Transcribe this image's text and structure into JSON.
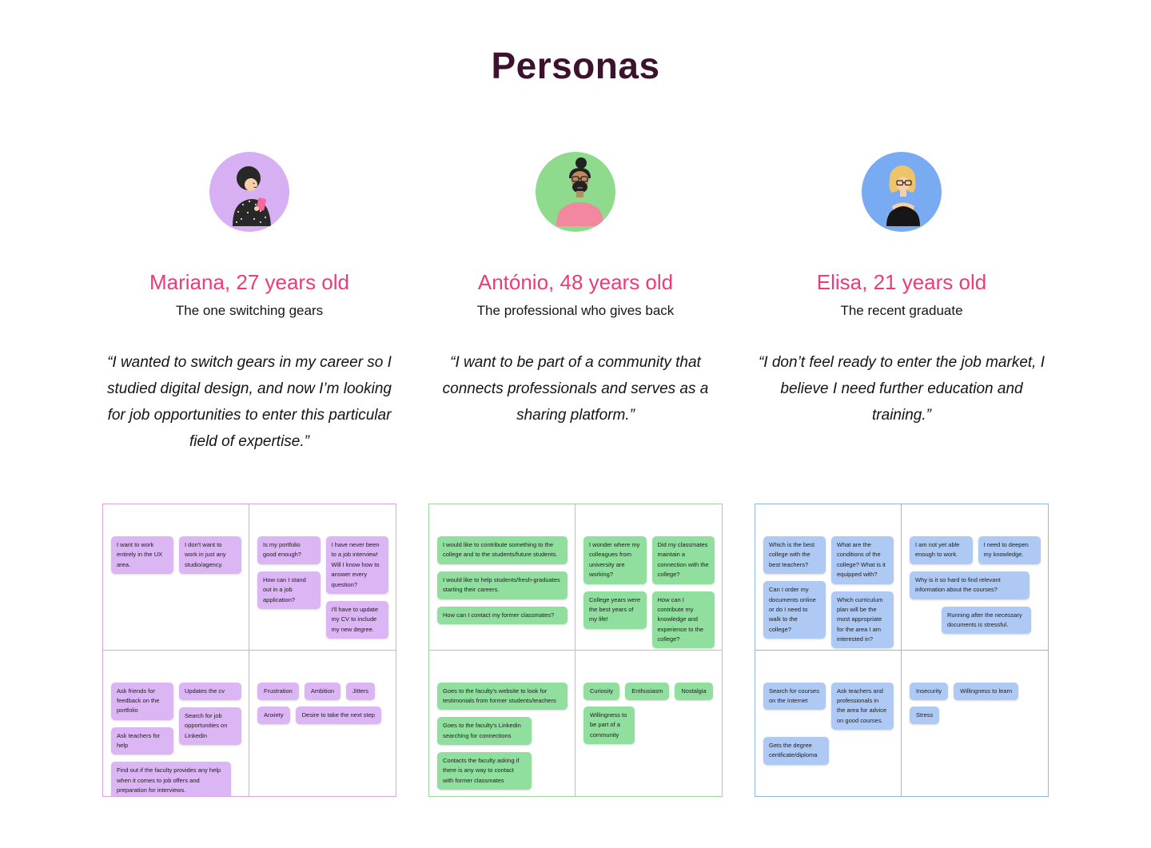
{
  "page": {
    "title": "Personas",
    "title_color": "#3c122d",
    "name_color": "#ee3a7b",
    "background": "#ffffff"
  },
  "personas": [
    {
      "id": "mariana",
      "avatar": "mariana",
      "avatar_icon": "woman-with-bob-haircut-holding-pink-phone",
      "name": "Mariana, 27 years old",
      "role": "The one switching gears",
      "quote": "“I wanted to switch gears in my career so I studied digital design, and now I’m looking for job opportunities to enter this particular field of expertise.”",
      "colors": {
        "avatar_bg": "#d6b0f2",
        "note_bg": "#dcb5f4",
        "grid_border": "#dba6dc"
      },
      "quadrants": [
        {
          "columns": [
            [
              "I want to work entirely in the UX area."
            ],
            [
              "I don't want to work in just any studio/agency."
            ]
          ]
        },
        {
          "columns": [
            [
              "Is my portfolio good enough?",
              "How can I stand out in a job application?"
            ],
            [
              "I have never been to a job interview! Will I know how to answer every question?",
              "I'll have to update my CV to include my new degree."
            ]
          ]
        },
        {
          "columns": [
            [
              "Ask friends for feedback on the portfolio",
              "Ask teachers for help"
            ],
            [
              "Updates the cv",
              "Search for job opportunities on Linkedin"
            ]
          ],
          "full": [
            {
              "t": "Find out if the faculty provides any help when it comes to job offers and preparation for interviews.",
              "w": 150
            }
          ]
        },
        {
          "tags": [
            "Frustration",
            "Ambition",
            "Jitters",
            "Anxiety",
            "Desire to take the next step"
          ]
        }
      ]
    },
    {
      "id": "antonio",
      "avatar": "antonio",
      "avatar_icon": "man-with-top-bun-glasses-beard-pink-shirt",
      "name": "António, 48 years old",
      "role": "The professional who gives back",
      "quote": "“I want to be part of a community that connects professionals and serves as a sharing platform.”",
      "colors": {
        "avatar_bg": "#8edb8e",
        "note_bg": "#90df9e",
        "grid_border": "#9bd69b"
      },
      "quadrants": [
        {
          "stack": [
            "I would like to contribute something to the college and to the students/future students.",
            "I would like to help students/fresh-graduates starting their careers.",
            "How can I contact my former classmates?"
          ]
        },
        {
          "columns": [
            [
              "I wonder where my colleagues from university are working?",
              "College years were the best years of my life!"
            ],
            [
              "Did my classmates maintain a connection with the college?",
              "How can I contribute my knowledge and experience to the college?"
            ]
          ]
        },
        {
          "stack": [
            "Goes to the faculty's website to look for testimonials from former students/teachers",
            {
              "t": "Goes to the faculty's Linkedin searching for connections",
              "w": 118
            },
            {
              "t": "Contacts the faculty asking if there is any way to contact with former classmates",
              "w": 118
            }
          ]
        },
        {
          "tags": [
            "Curiosity",
            "Enthusiasm",
            "Nostalgia",
            {
              "t": "Willingness to be part of a community",
              "w": 64
            }
          ]
        }
      ]
    },
    {
      "id": "elisa",
      "avatar": "elisa",
      "avatar_icon": "woman-with-blonde-hair-glasses-black-top",
      "name": "Elisa, 21 years old",
      "role": "The recent graduate",
      "quote": "“I don’t feel ready to enter the job market, I believe I need further education and training.”",
      "colors": {
        "avatar_bg": "#79abf2",
        "note_bg": "#aecaf4",
        "grid_border": "#8eb7ea"
      },
      "quadrants": [
        {
          "columns": [
            [
              "Which is the best college with the best teachers?",
              "Can I order my documents online or do I need to walk to the college?"
            ],
            [
              "What are the conditions of the college? What is it equipped with?",
              "Which curriculum plan will be the most appropriate for the area I am interested in?"
            ]
          ]
        },
        {
          "columns": [
            [
              "I am not yet able enough to work."
            ],
            [
              "I need to deepen my knowledge."
            ]
          ],
          "full": [
            {
              "t": "Why is it so hard to find relevant information about the courses?",
              "w": 150
            },
            {
              "t": "Running after the necessary documents is stressful.",
              "w": 112,
              "ml": 40
            }
          ]
        },
        {
          "columns": [
            [
              "Search for courses on the Internet"
            ],
            [
              "Ask teachers and professionals in the area for advice on good courses."
            ]
          ],
          "full": [
            {
              "t": "Gets the degree certificate/diploma",
              "w": 82
            }
          ]
        },
        {
          "tags": [
            "Insecurity",
            "Willingness to learn",
            "Stress"
          ]
        }
      ]
    }
  ]
}
